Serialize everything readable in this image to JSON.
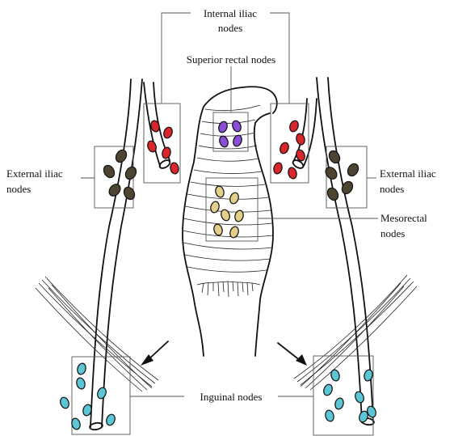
{
  "labels": {
    "internal_iliac_line1": "Internal iliac",
    "internal_iliac_line2": "nodes",
    "superior_rectal": "Superior rectal nodes",
    "external_iliac_left_line1": "External iliac",
    "external_iliac_left_line2": "nodes",
    "external_iliac_right_line1": "External iliac",
    "external_iliac_right_line2": "nodes",
    "mesorectal_line1": "Mesorectal",
    "mesorectal_line2": "nodes",
    "inguinal": "Inguinal nodes"
  },
  "colors": {
    "internal_iliac": "#d8262c",
    "superior_rectal": "#8a4fd6",
    "external_iliac": "#4d4531",
    "mesorectal": "#e2cf8a",
    "inguinal": "#5cc6d6",
    "line": "#111111",
    "leader": "#555555"
  },
  "icons": {
    "flow_arrow_left": "arrow-down-left",
    "flow_arrow_right": "arrow-down-right"
  }
}
